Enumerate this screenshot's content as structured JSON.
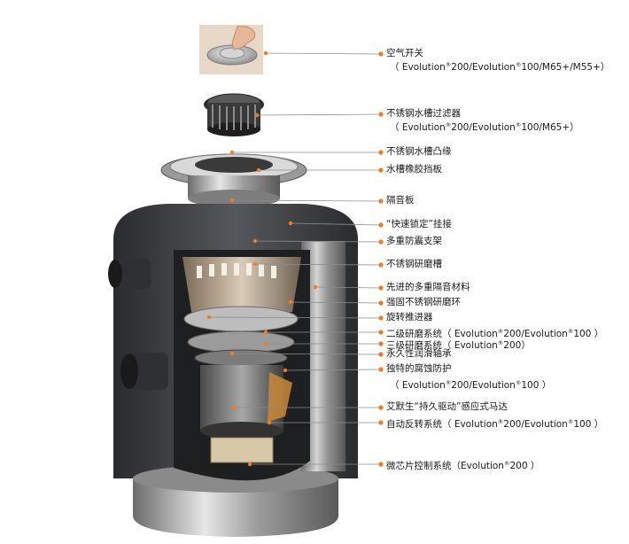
{
  "colors": {
    "leader_line": "#8c8c8c",
    "leader_dot": "#f07c22",
    "steel": "#c9c9c9",
    "housing_dark": "#3b3d40"
  },
  "callouts": [
    {
      "text": "空气开关",
      "sub": [
        "（ Evolution",
        "200/Evolution",
        "100/M65+/M55+）"
      ]
    },
    {
      "text": "不锈钢水槽过滤器",
      "sub": [
        "（ Evolution",
        "200/Evolution",
        "100/M65+）"
      ]
    },
    {
      "text": "不锈钢水槽凸缘"
    },
    {
      "text": "水槽橡胶挡板"
    },
    {
      "text": "隔音板"
    },
    {
      "text": "“快速锁定”挂接"
    },
    {
      "text": "多重防震支架"
    },
    {
      "text": "不锈钢研磨槽"
    },
    {
      "text": "先进的多重隔音材料"
    },
    {
      "text": "强固不锈钢研磨环"
    },
    {
      "text": "旋转推进器"
    },
    {
      "text": "二级研磨系统（ Evolution",
      "sub": [
        "200/Evolution",
        "100 ）"
      ]
    },
    {
      "text": "三级研磨系统（ Evolution",
      "sub": [
        "200）"
      ]
    },
    {
      "text": "永久性润滑轴承"
    },
    {
      "text": "独特的腐蚀防护",
      "sub": [
        "（ Evolution",
        "200/Evolution",
        "100 ）"
      ]
    },
    {
      "text": "艾默生“持久驱动”感应式马达"
    },
    {
      "text": "自动反转系统（ Evolution",
      "sub": [
        "200/Evolution",
        "100 ）"
      ]
    },
    {
      "text": "微芯片控制系统（Evolution",
      "sub": [
        "200 ）"
      ]
    }
  ],
  "mark": "®"
}
